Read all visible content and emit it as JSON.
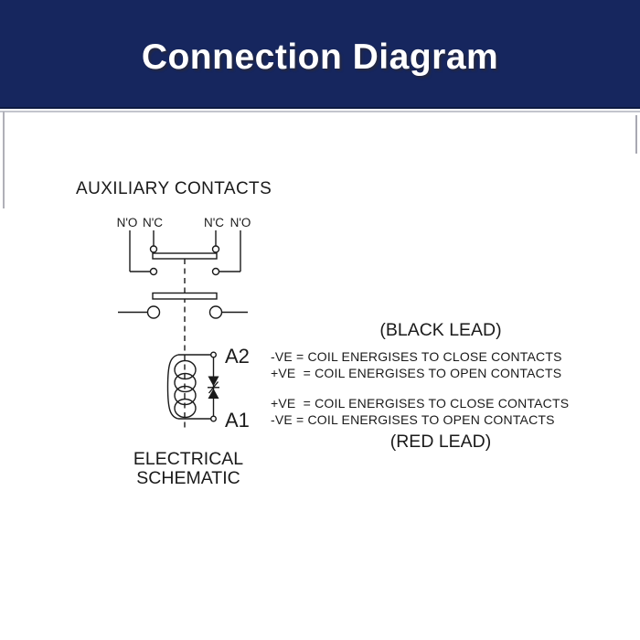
{
  "header": {
    "title": "Connection Diagram",
    "bg_color": "#16265e",
    "text_color": "#ffffff"
  },
  "diagram": {
    "section_title": "AUXILIARY CONTACTS",
    "contact_labels": {
      "left_outer": "N'O",
      "left_inner": "N'C",
      "right_inner": "N'C",
      "right_outer": "N'O"
    },
    "coil_terminals": {
      "top": "A2",
      "bottom": "A1"
    },
    "caption_line1": "ELECTRICAL",
    "caption_line2": "SCHEMATIC"
  },
  "polarity_notes": {
    "black_lead_title": "(BLACK LEAD)",
    "black_lead_lines": [
      "-VE = COIL ENERGISES TO CLOSE CONTACTS",
      "+VE  = COIL ENERGISES TO OPEN CONTACTS"
    ],
    "red_lead_lines": [
      "+VE  = COIL ENERGISES TO CLOSE CONTACTS",
      "-VE = COIL ENERGISES TO OPEN CONTACTS"
    ],
    "red_lead_title": "(RED LEAD)"
  }
}
